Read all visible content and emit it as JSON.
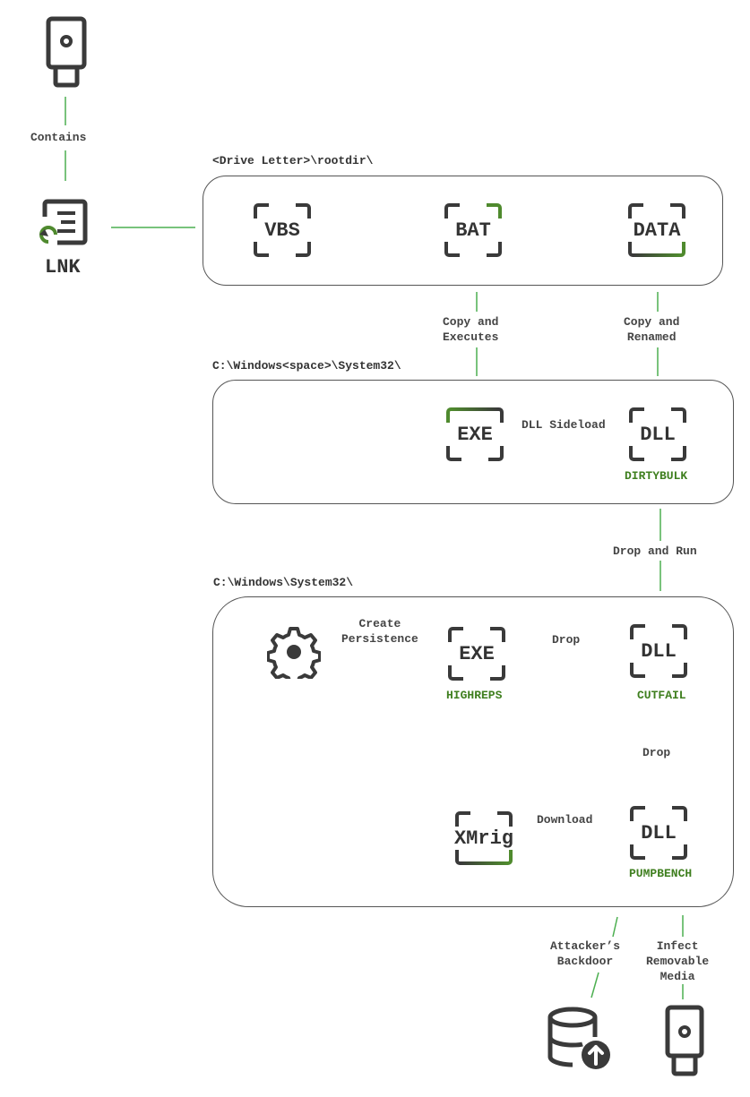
{
  "lnk": {
    "label": "LNK"
  },
  "regions": {
    "root": {
      "label": "<Drive Letter>\\rootdir\\"
    },
    "space": {
      "label": "C:\\Windows<space>\\System32\\"
    },
    "sys32": {
      "label": "C:\\Windows\\System32\\"
    }
  },
  "nodes": {
    "vbs": "VBS",
    "bat": "BAT",
    "data": "DATA",
    "exe1": "EXE",
    "dll1": "DLL",
    "exe2": "EXE",
    "dll2": "DLL",
    "dll3": "DLL",
    "xmrig": "XMrig"
  },
  "malware": {
    "dirtybulk": "DIRTYBULK",
    "highreps": "HIGHREPS",
    "cutfail": "CUTFAIL",
    "pumpbench": "PUMPBENCH"
  },
  "edges": {
    "contains": "Contains",
    "copy_exec": "Copy and\nExecutes",
    "copy_renamed": "Copy and\nRenamed",
    "dll_sideload": "DLL Sideload",
    "drop_run": "Drop and Run",
    "create_persistence": "Create\nPersistence",
    "drop1": "Drop",
    "drop2": "Drop",
    "download": "Download",
    "attacker_backdoor": "Attacker’s\nBackdoor",
    "infect_media": "Infect\nRemovable\nMedia"
  },
  "colors": {
    "line": "#4caf50",
    "accent_text": "#3f7f1f",
    "icon": "#3a3a3a"
  },
  "icons": [
    "usb-drive-icon",
    "lnk-file-icon",
    "gear-icon",
    "database-upload-icon"
  ]
}
